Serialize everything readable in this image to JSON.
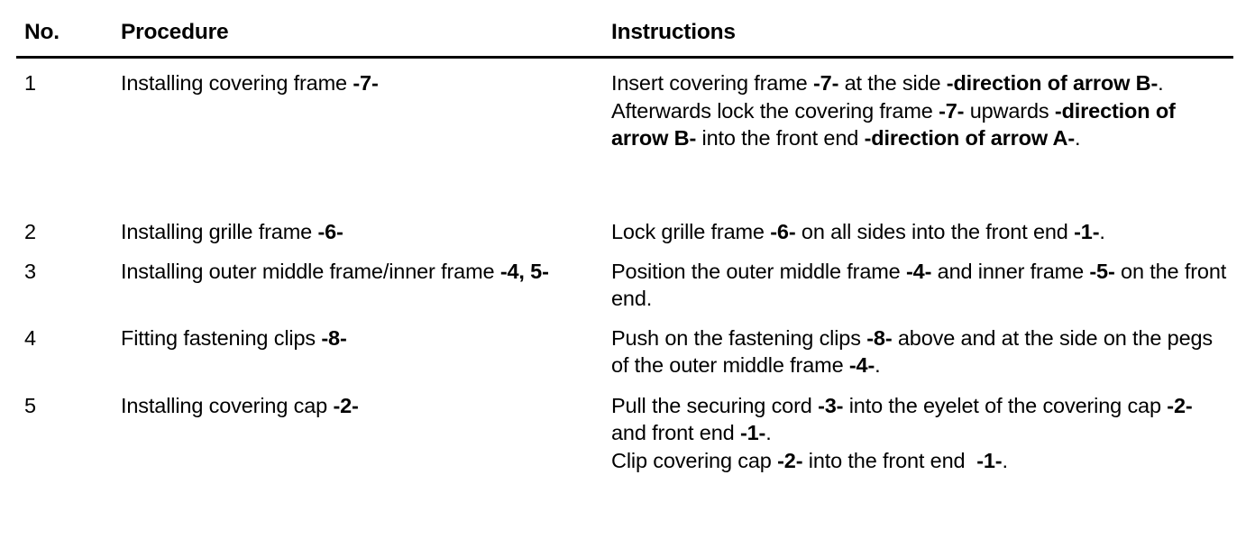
{
  "table": {
    "headers": {
      "no": "No.",
      "procedure": "Procedure",
      "instructions": "Instructions"
    },
    "rows": [
      {
        "no": "1",
        "procedure_html": "Installing covering frame <b>-7-</b>",
        "procedure_text": "Installing covering frame -7-",
        "instructions_html": "<p class=\"para\">Insert covering frame <b>-7-</b> at the side <b>-direction of arrow B-</b>.</p><p class=\"para\">Afterwards lock the covering frame <b>-7-</b> upwards <b>-direction of arrow B-</b> into the front end <b>-direction of arrow A-</b>.</p>",
        "instructions_text": "Insert covering frame -7- at the side -direction of arrow B-. Afterwards lock the covering frame -7- upwards -direction of arrow B- into the front end -direction of arrow A-."
      },
      {
        "no": "2",
        "procedure_html": "Installing grille frame <b>-6-</b>",
        "procedure_text": "Installing grille frame -6-",
        "instructions_html": "<p class=\"para\">Lock grille frame <b>-6-</b> on all sides into the front end <b>-1-</b>.</p>",
        "instructions_text": "Lock grille frame -6- on all sides into the front end -1-."
      },
      {
        "no": "3",
        "procedure_html": "Installing outer middle frame/inner frame <b>-4, 5-</b>",
        "procedure_text": "Installing outer middle frame/inner frame -4, 5-",
        "instructions_html": "<p class=\"para\">Position the outer middle frame <b>-4-</b> and inner frame <b>-5-</b> on the front end.</p>",
        "instructions_text": "Position the outer middle frame -4- and inner frame -5- on the front end."
      },
      {
        "no": "4",
        "procedure_html": "Fitting fastening clips <b>-8-</b>",
        "procedure_text": "Fitting fastening clips -8-",
        "instructions_html": "<p class=\"para\">Push on the fastening clips <b>-8-</b> above and at the side on the pegs of the outer middle frame <b>-4-</b>.</p>",
        "instructions_text": "Push on the fastening clips -8- above and at the side on the pegs of the outer middle frame -4-."
      },
      {
        "no": "5",
        "procedure_html": "Installing covering cap <b>-2-</b>",
        "procedure_text": "Installing covering cap -2-",
        "instructions_html": "<p class=\"para\">Pull the securing cord <b>-3-</b> into the eyelet of the covering cap <b>-2-</b> and front end <b>-1-</b>.</p><p class=\"para\">Clip covering cap <b>-2-</b> into the front end&nbsp; <b>-1-</b>.</p>",
        "instructions_text": "Pull the securing cord -3- into the eyelet of the covering cap -2- and front end -1-. Clip covering cap -2- into the front end -1-."
      }
    ]
  },
  "colors": {
    "text": "#000000",
    "background": "#ffffff",
    "rule": "#000000"
  }
}
